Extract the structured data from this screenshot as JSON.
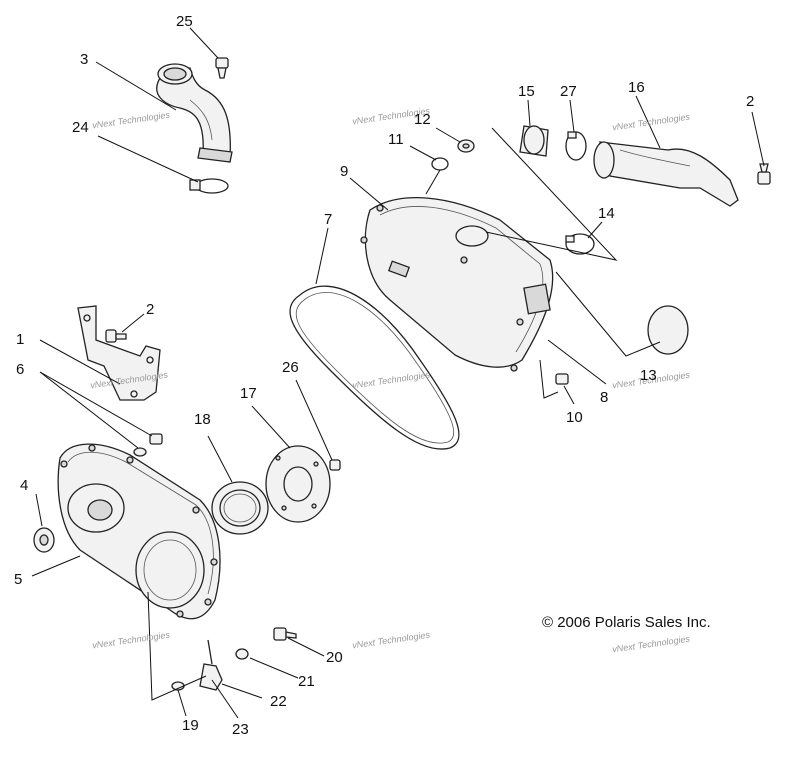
{
  "diagram": {
    "copyright": "© 2006 Polaris Sales Inc.",
    "watermark_text": "vNext Technologies",
    "callouts": {
      "c1": "1",
      "c2a": "2",
      "c2b": "2",
      "c3": "3",
      "c4": "4",
      "c5": "5",
      "c6": "6",
      "c7": "7",
      "c8": "8",
      "c9": "9",
      "c10": "10",
      "c11": "11",
      "c12": "12",
      "c13": "13",
      "c14": "14",
      "c15": "15",
      "c16": "16",
      "c17": "17",
      "c18": "18",
      "c19": "19",
      "c20": "20",
      "c21": "21",
      "c22": "22",
      "c23": "23",
      "c24": "24",
      "c25": "25",
      "c26": "26",
      "c27": "27"
    }
  }
}
